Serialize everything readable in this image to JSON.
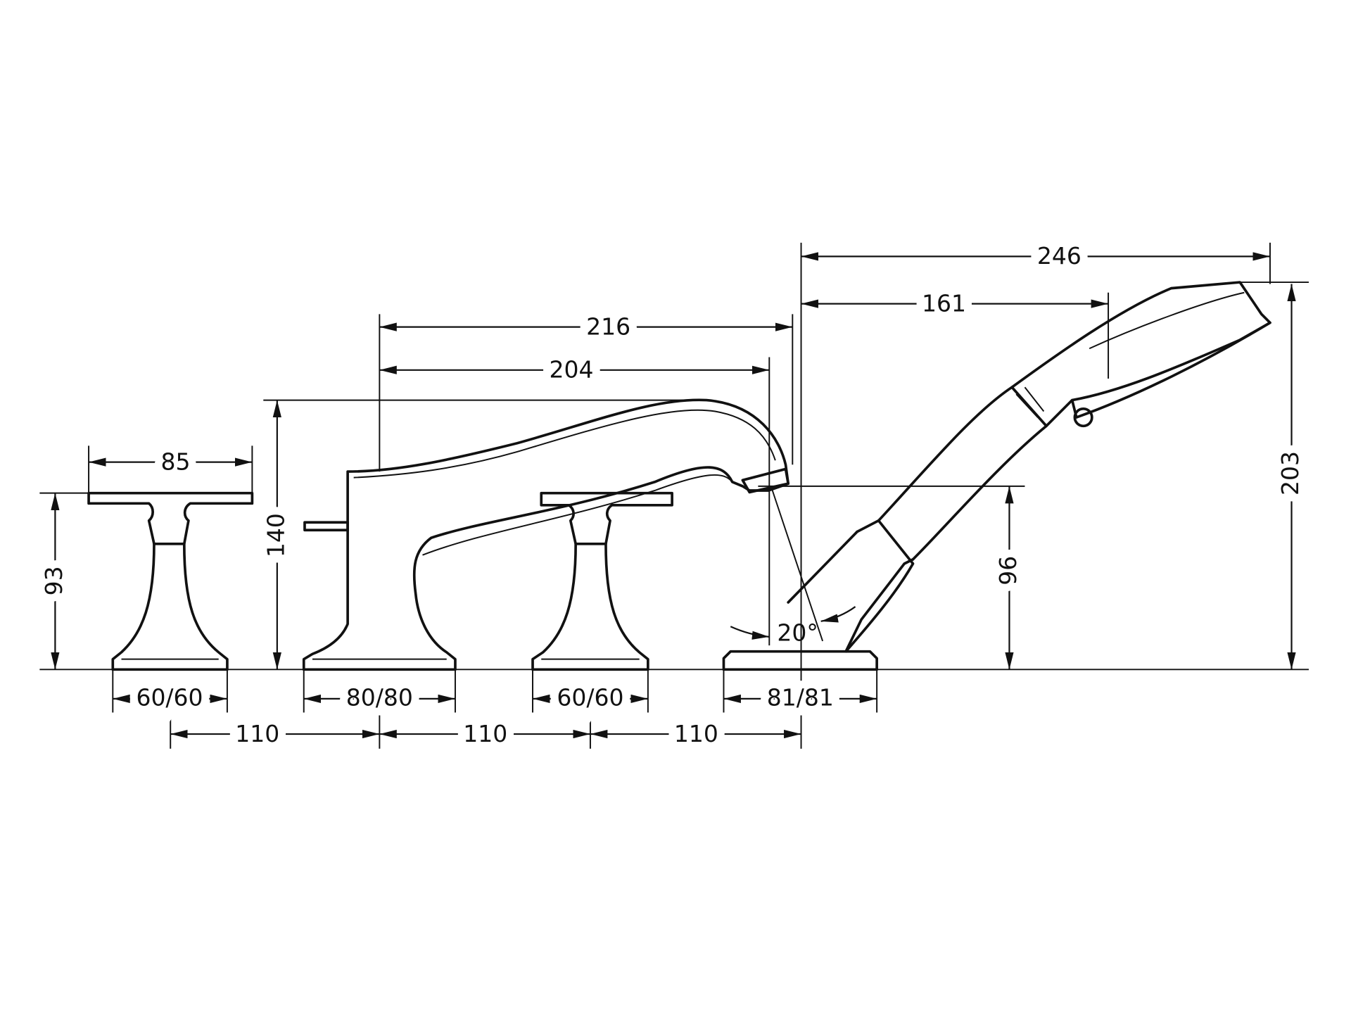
{
  "drawing": {
    "dimensions": {
      "handle_width": "85",
      "handle_height": "93",
      "spout_height": "140",
      "spout_reach_outer": "216",
      "spout_reach_inner": "204",
      "shower_reach_total": "246",
      "shower_reach_partial": "161",
      "shower_height": "203",
      "spout_outlet_height": "96",
      "shower_angle": "20°",
      "left_handle_base": "60/60",
      "spout_base": "80/80",
      "right_handle_base": "60/60",
      "shower_base": "81/81",
      "spacing_1": "110",
      "spacing_2": "110",
      "spacing_3": "110"
    }
  }
}
